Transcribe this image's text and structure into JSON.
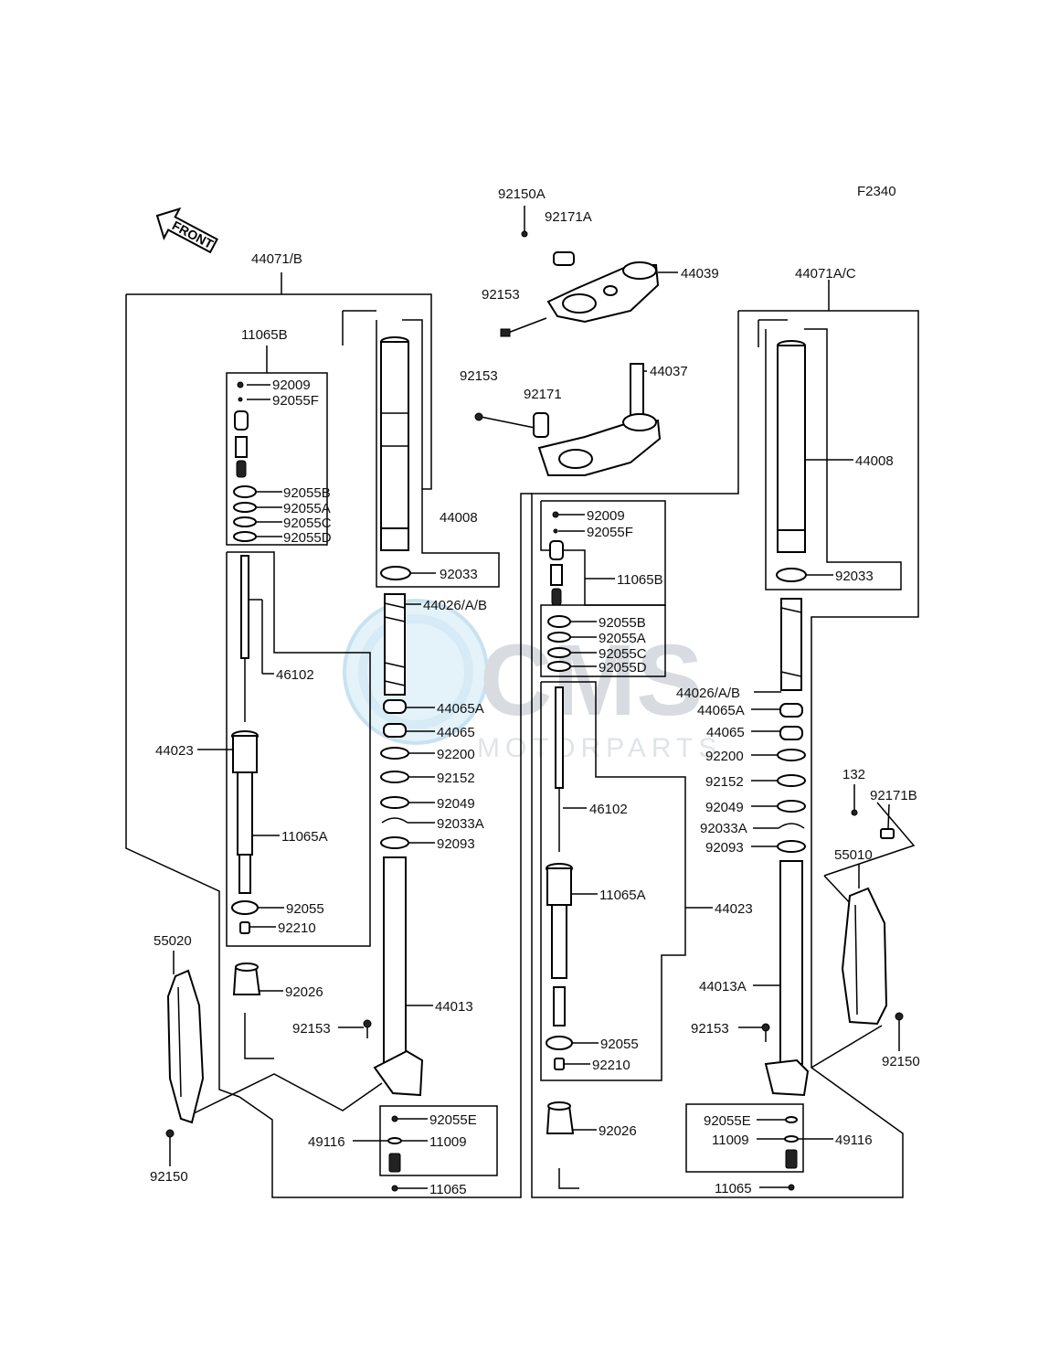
{
  "figure_code": "F2340",
  "watermark": {
    "brand": "CMS",
    "sub": "MOTORPARTS"
  },
  "front_label": "FRONT",
  "labels": [
    {
      "id": "l-92150A",
      "text": "92150A"
    },
    {
      "id": "l-92171A",
      "text": "92171A"
    },
    {
      "id": "l-44039",
      "text": "44039"
    },
    {
      "id": "l-92153-top",
      "text": "92153"
    },
    {
      "id": "l-92153-mid",
      "text": "92153"
    },
    {
      "id": "l-44037",
      "text": "44037"
    },
    {
      "id": "l-92171",
      "text": "92171"
    },
    {
      "id": "l-44071B",
      "text": "44071/B"
    },
    {
      "id": "l-44071AC",
      "text": "44071A/C"
    },
    {
      "id": "l-11065B-l",
      "text": "11065B"
    },
    {
      "id": "l-92009-l",
      "text": "92009"
    },
    {
      "id": "l-92055F-l",
      "text": "92055F"
    },
    {
      "id": "l-92055B-l",
      "text": "92055B"
    },
    {
      "id": "l-92055A-l",
      "text": "92055A"
    },
    {
      "id": "l-92055C-l",
      "text": "92055C"
    },
    {
      "id": "l-92055D-l",
      "text": "92055D"
    },
    {
      "id": "l-44008-l",
      "text": "44008"
    },
    {
      "id": "l-92033-l",
      "text": "92033"
    },
    {
      "id": "l-44026-l",
      "text": "44026/A/B"
    },
    {
      "id": "l-46102-l",
      "text": "46102"
    },
    {
      "id": "l-44065A-l",
      "text": "44065A"
    },
    {
      "id": "l-44065-l",
      "text": "44065"
    },
    {
      "id": "l-92200-l",
      "text": "92200"
    },
    {
      "id": "l-92152-l",
      "text": "92152"
    },
    {
      "id": "l-92049-l",
      "text": "92049"
    },
    {
      "id": "l-92033A-l",
      "text": "92033A"
    },
    {
      "id": "l-92093-l",
      "text": "92093"
    },
    {
      "id": "l-44023-l",
      "text": "44023"
    },
    {
      "id": "l-11065A-l",
      "text": "11065A"
    },
    {
      "id": "l-92055-l",
      "text": "92055"
    },
    {
      "id": "l-92210-l",
      "text": "92210"
    },
    {
      "id": "l-92026-l",
      "text": "92026"
    },
    {
      "id": "l-55020",
      "text": "55020"
    },
    {
      "id": "l-44013",
      "text": "44013"
    },
    {
      "id": "l-92153-l",
      "text": "92153"
    },
    {
      "id": "l-92055E-l",
      "text": "92055E"
    },
    {
      "id": "l-49116-l",
      "text": "49116"
    },
    {
      "id": "l-11009-l",
      "text": "11009"
    },
    {
      "id": "l-11065-l",
      "text": "11065"
    },
    {
      "id": "l-92150-l",
      "text": "92150"
    },
    {
      "id": "l-44008-r",
      "text": "44008"
    },
    {
      "id": "l-92033-r",
      "text": "92033"
    },
    {
      "id": "l-92009-r",
      "text": "92009"
    },
    {
      "id": "l-92055F-r",
      "text": "92055F"
    },
    {
      "id": "l-11065B-r",
      "text": "11065B"
    },
    {
      "id": "l-92055B-r",
      "text": "92055B"
    },
    {
      "id": "l-92055A-r",
      "text": "92055A"
    },
    {
      "id": "l-92055C-r",
      "text": "92055C"
    },
    {
      "id": "l-92055D-r",
      "text": "92055D"
    },
    {
      "id": "l-44026-r",
      "text": "44026/A/B"
    },
    {
      "id": "l-44065A-r",
      "text": "44065A"
    },
    {
      "id": "l-44065-r",
      "text": "44065"
    },
    {
      "id": "l-92200-r",
      "text": "92200"
    },
    {
      "id": "l-92152-r",
      "text": "92152"
    },
    {
      "id": "l-92049-r",
      "text": "92049"
    },
    {
      "id": "l-92033A-r",
      "text": "92033A"
    },
    {
      "id": "l-92093-r",
      "text": "92093"
    },
    {
      "id": "l-46102-r",
      "text": "46102"
    },
    {
      "id": "l-11065A-r",
      "text": "11065A"
    },
    {
      "id": "l-44023-r",
      "text": "44023"
    },
    {
      "id": "l-44013A",
      "text": "44013A"
    },
    {
      "id": "l-92153-r",
      "text": "92153"
    },
    {
      "id": "l-92055-r",
      "text": "92055"
    },
    {
      "id": "l-92210-r",
      "text": "92210"
    },
    {
      "id": "l-92026-r",
      "text": "92026"
    },
    {
      "id": "l-92055E-r",
      "text": "92055E"
    },
    {
      "id": "l-11009-r",
      "text": "11009"
    },
    {
      "id": "l-49116-r",
      "text": "49116"
    },
    {
      "id": "l-11065-r",
      "text": "11065"
    },
    {
      "id": "l-132",
      "text": "132"
    },
    {
      "id": "l-92171B",
      "text": "92171B"
    },
    {
      "id": "l-55010",
      "text": "55010"
    },
    {
      "id": "l-92150-r",
      "text": "92150"
    }
  ]
}
